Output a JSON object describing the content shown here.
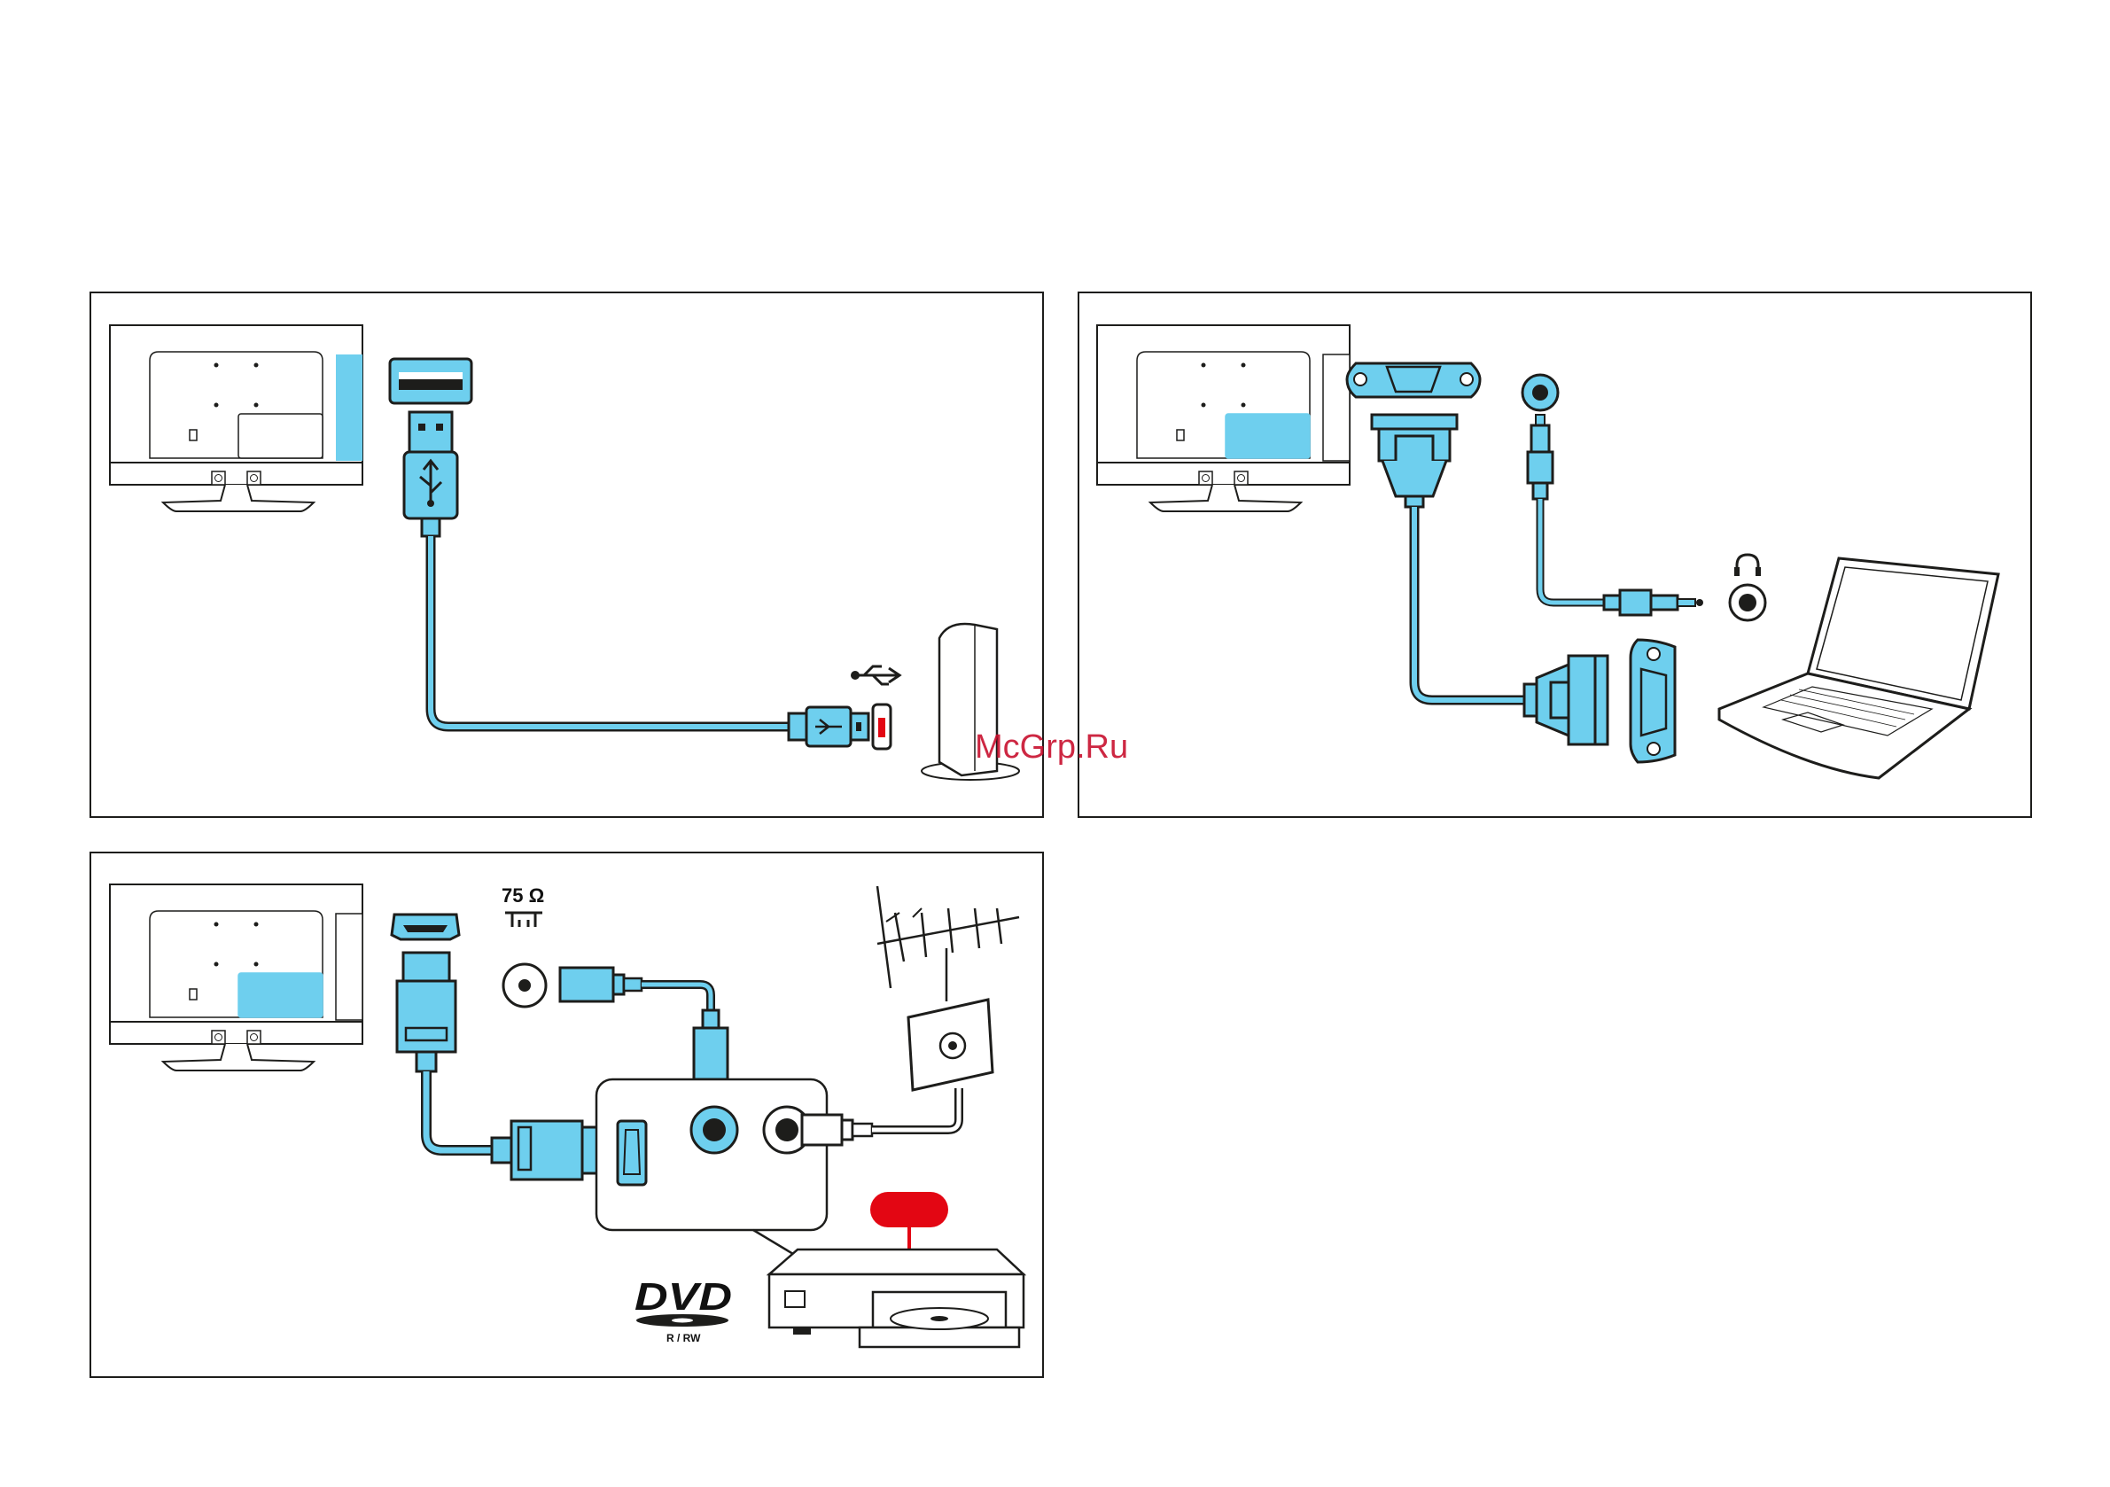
{
  "colors": {
    "cable": "#6ecfee",
    "outline": "#1d1d1b",
    "highlight": "#6ecfee",
    "tag": "#e30613",
    "watermark": "#c8102e"
  },
  "panels": [
    {
      "device": "usb-storage",
      "icons": [
        "usb-icon"
      ]
    },
    {
      "device": "laptop",
      "icons": [
        "headphone-icon"
      ]
    },
    {
      "device": "dvd-recorder",
      "icons": [
        "antenna-icon"
      ]
    }
  ],
  "labels": {
    "impedance": "75 Ω",
    "dvd_logo": "DVD",
    "dvd_sub": "R / RW",
    "watermark": "McGrp.Ru"
  }
}
